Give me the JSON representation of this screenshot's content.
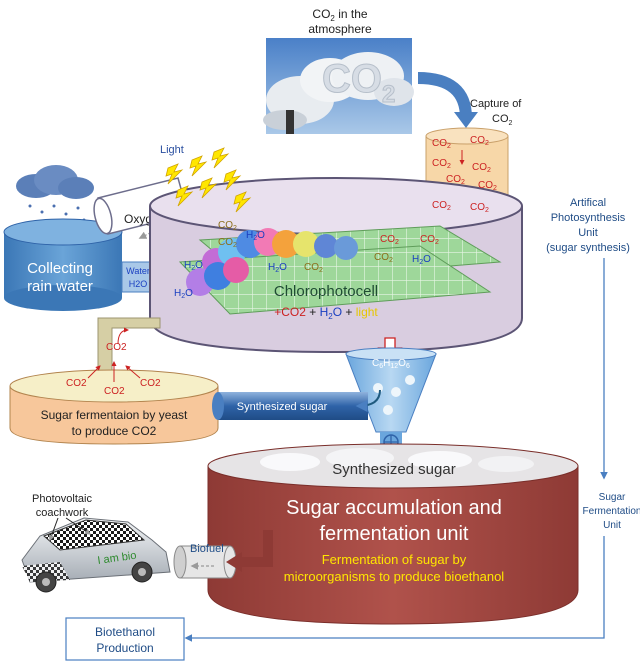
{
  "diagram": {
    "co2_title_line1": "CO",
    "co2_title_sub": "2",
    "co2_title_line1_suffix": " in the",
    "co2_title_line2": "atmosphere",
    "cloud_text": "CO",
    "cloud_text_sub": "2",
    "capture_line1": "Capture of",
    "capture_line2": "CO",
    "capture_line2_sub": "2",
    "light_label": "Light",
    "oxygen_label": "Oxygen",
    "water_label": "Water",
    "h2o_pipe_label": "H2O",
    "rain_label_line1": "Collecting",
    "rain_label_line2": "rain water",
    "co2_tag": "CO",
    "co2_tag_sub": "2",
    "h2o_tag": "H",
    "h2o_tag_sub": "2",
    "h2o_tag_suffix": "O",
    "chlorophotocell_label": "Chlorophotocell",
    "equation_part1": "+CO2",
    "equation_plus1": " + ",
    "equation_part2": "H",
    "equation_part2_sub": "2",
    "equation_part2_suffix": "O",
    "equation_plus2": " + ",
    "equation_part3": "light",
    "glucose_C": "C",
    "glucose_6a": "6",
    "glucose_H": "H",
    "glucose_12": "12",
    "glucose_O": "O",
    "glucose_6b": "6",
    "pipe_co2": "CO2",
    "dish_co2": "CO2",
    "fermentation_line1": "Sugar fermentaion by yeast",
    "fermentation_line2": "to produce CO2",
    "synth_pipe_label": "Synthesized sugar",
    "tank_top_label": "Synthesized sugar",
    "tank_title_line1": "Sugar accumulation and",
    "tank_title_line2": "fermentation unit",
    "tank_sub_line1": "Fermentation of sugar by",
    "tank_sub_line2": "microorganisms to produce bioethanol",
    "pv_line1": "Photovoltaic",
    "pv_line2": "coachwork",
    "car_text": "I am bio",
    "biofuel_label": "Biofuel",
    "biofuel_box_line1": "Biotethanol",
    "biofuel_box_line2": "Production",
    "right_label1_line1": "Artifical",
    "right_label1_line2": "Photosynthesis",
    "right_label1_line3": "Unit",
    "right_label1_line4": "(sugar synthesis)",
    "right_label2_line1": "Sugar",
    "right_label2_line2": "Fermentation",
    "right_label2_line3": "Unit"
  },
  "colors": {
    "tank_red": "#a84a44",
    "arrow_blue": "#4a7fc1",
    "co2_red": "#cc2222",
    "h2o_blue": "#1a3fc0",
    "panel_green": "#8fd28c",
    "yellow_text": "#ffe600"
  }
}
